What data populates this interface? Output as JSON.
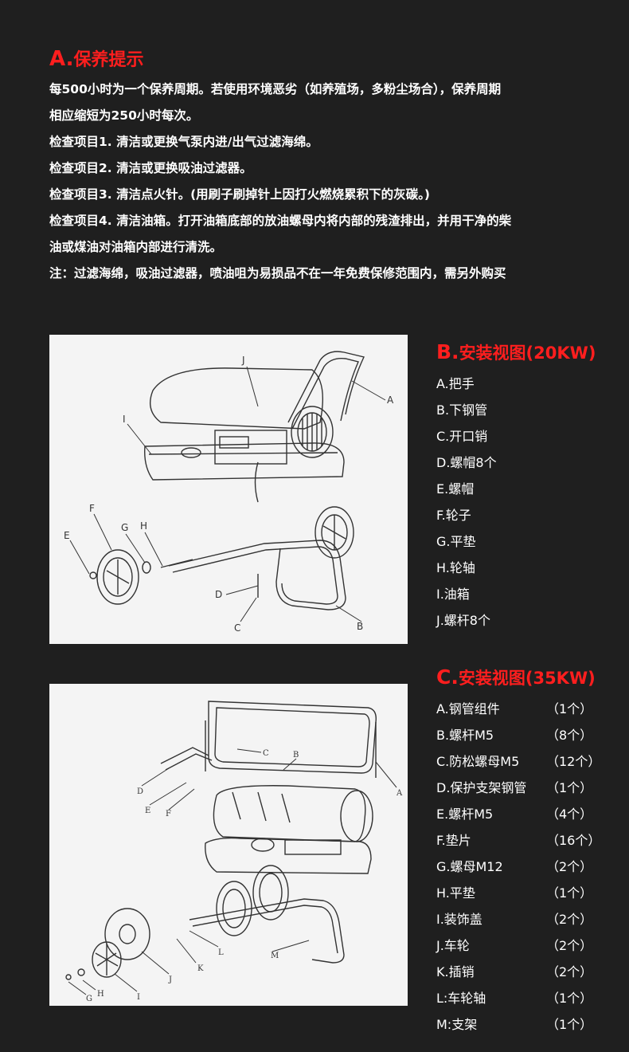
{
  "section_a": {
    "title_letter": "A.",
    "title_text": "保养提示",
    "lines": [
      "每500小时为一个保养周期。若使用环境恶劣（如养殖场，多粉尘场合），保养周期",
      "相应缩短为250小时每次。",
      "检查项目1. 清洁或更换气泵内进/出气过滤海绵。",
      "检查项目2. 清洁或更换吸油过滤器。",
      "检查项目3. 清洁点火针。(用刷子刷掉针上因打火燃烧累积下的灰碳。)",
      "检查项目4. 清洁油箱。打开油箱底部的放油螺母内将内部的残渣排出，并用干净的柴",
      "油或煤油对油箱内部进行清洗。",
      "注：过滤海绵，吸油过滤器，喷油咀为易损品不在一年免费保修范围内，需另外购买"
    ]
  },
  "section_b": {
    "title_letter": "B.",
    "title_text": "安装视图(20KW)",
    "items": [
      "A.把手",
      "B.下钢管",
      "C.开口销",
      "D.螺帽8个",
      "E.螺帽",
      "F.轮子",
      "G.平垫",
      "H.轮轴",
      "I.油箱",
      "J.螺杆8个"
    ],
    "diagram_labels": [
      "J",
      "A",
      "I",
      "F",
      "G",
      "H",
      "E",
      "D",
      "C",
      "B"
    ]
  },
  "section_c": {
    "title_letter": "C.",
    "title_text": "安装视图(35KW)",
    "items": [
      {
        "name": "A.钢管组件",
        "qty": "（1个）"
      },
      {
        "name": "B.螺杆M5",
        "qty": "（8个）"
      },
      {
        "name": "C.防松螺母M5",
        "qty": "（12个）"
      },
      {
        "name": "D.保护支架钢管",
        "qty": "（1个）"
      },
      {
        "name": "E.螺杆M5",
        "qty": "（4个）"
      },
      {
        "name": "F.垫片",
        "qty": "（16个）"
      },
      {
        "name": "G.螺母M12",
        "qty": "（2个）"
      },
      {
        "name": "H.平垫",
        "qty": "（1个）"
      },
      {
        "name": "I.装饰盖",
        "qty": "（2个）"
      },
      {
        "name": "J.车轮",
        "qty": "（2个）"
      },
      {
        "name": "K.插销",
        "qty": "（2个）"
      },
      {
        "name": "L:车轮轴",
        "qty": "（1个）"
      },
      {
        "name": "M:支架",
        "qty": "（1个）"
      }
    ],
    "diagram_labels": [
      "C",
      "B",
      "D",
      "A",
      "E",
      "F",
      "L",
      "M",
      "K",
      "J",
      "H",
      "G",
      "I"
    ]
  },
  "colors": {
    "background": "#1f1f1f",
    "accent": "#ff1e1e",
    "text": "#ffffff",
    "diagram_bg": "#f4f4f4"
  }
}
